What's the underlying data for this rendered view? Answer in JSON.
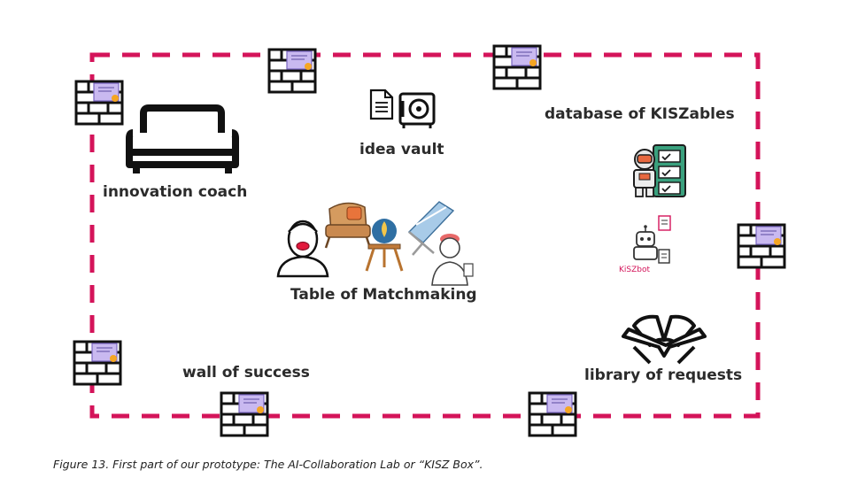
{
  "colors": {
    "boundary": "#d4145a",
    "ink": "#111111",
    "certificate": "#b9a8e8",
    "seal": "#f5a623",
    "label": "#2b2b2b"
  },
  "labels": {
    "innovation_coach": "innovation coach",
    "idea_vault": "idea vault",
    "database": "database of KISZables",
    "matchmaking": "Table of Matchmaking",
    "kiszbot": "KiSZbot",
    "wall_of_success": "wall of success",
    "library": "library of requests"
  },
  "icons": [
    "brick-wall-certificate-icon",
    "sofa-icon",
    "document-icon",
    "safe-icon",
    "astronaut-checklist-icon",
    "robot-icon",
    "person-icon",
    "armchair-icon",
    "candle-table-icon",
    "deck-chair-icon",
    "open-book-icon"
  ],
  "caption": "Figure 13. First part of our prototype: The AI-Collaboration Lab or “KISZ Box”."
}
